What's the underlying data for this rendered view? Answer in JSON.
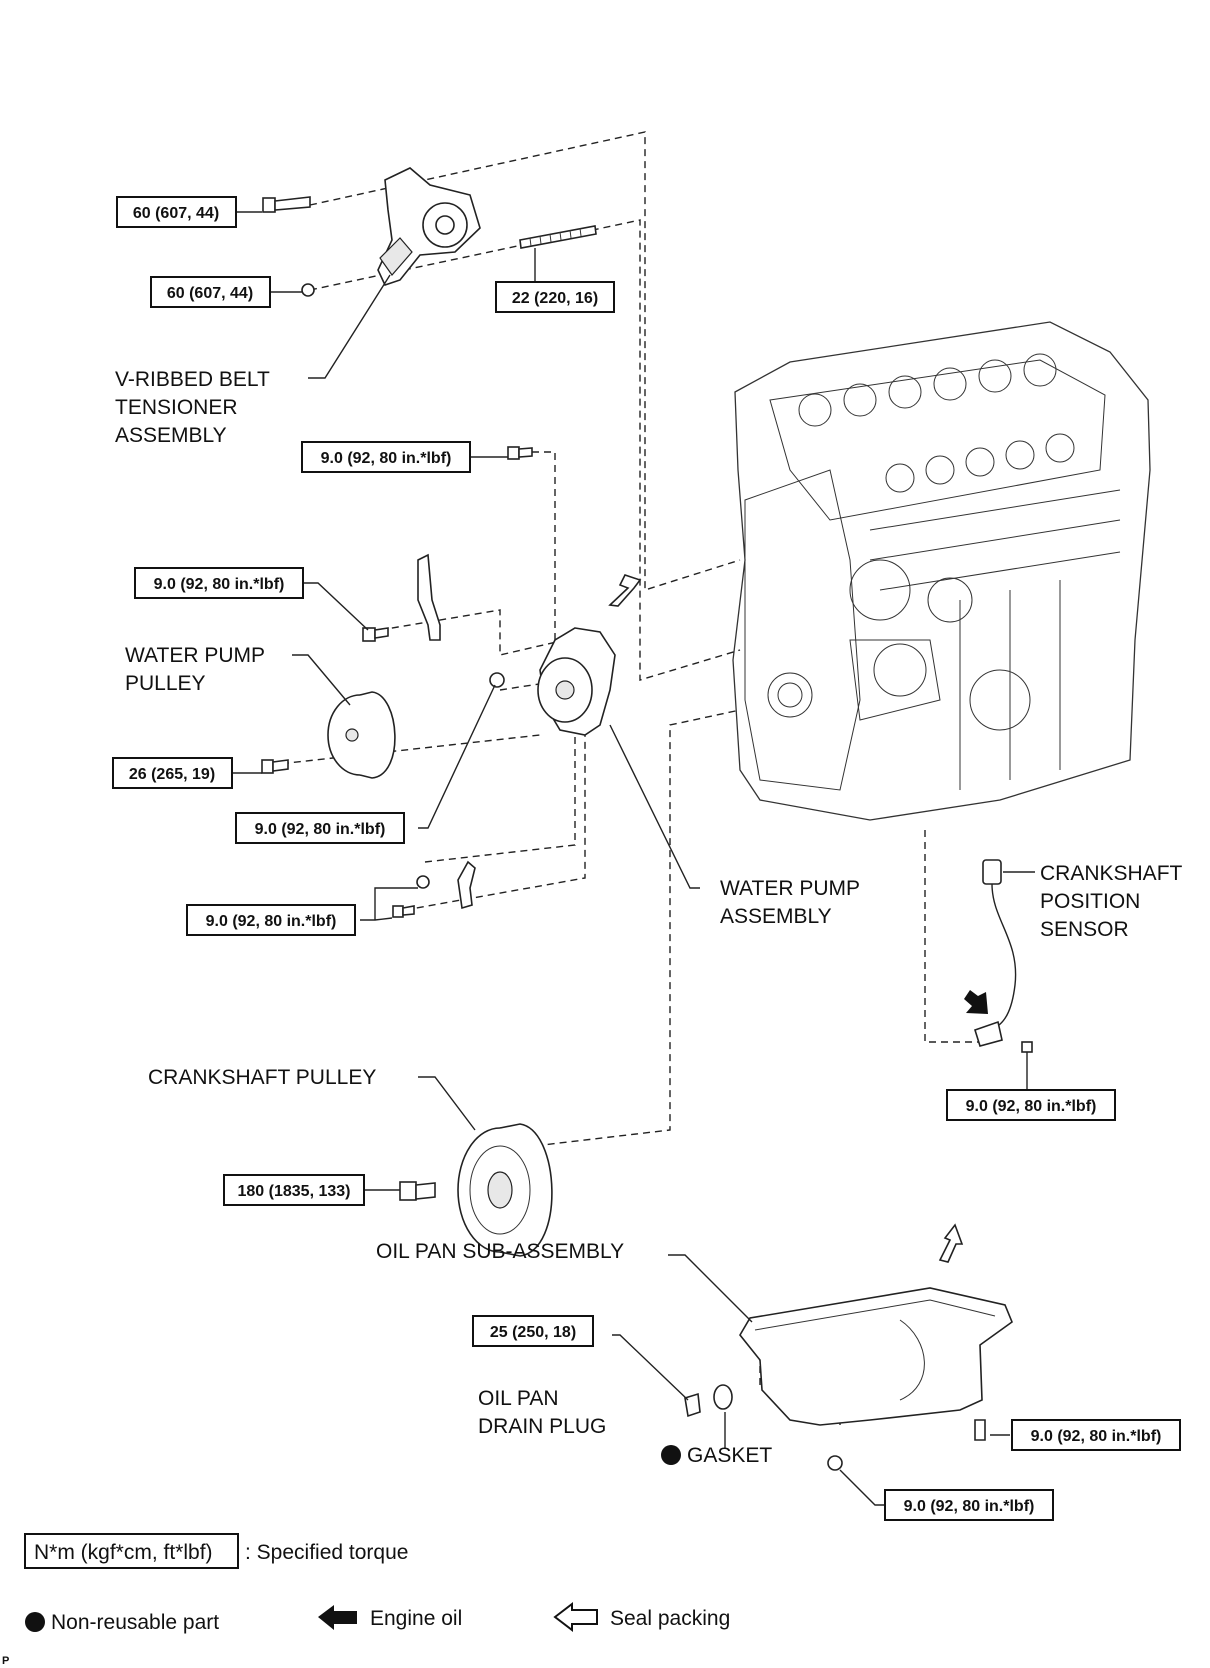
{
  "parts": {
    "tensioner": [
      "V-RIBBED BELT",
      "TENSIONER",
      "ASSEMBLY"
    ],
    "water_pump_pulley": [
      "WATER PUMP",
      "PULLEY"
    ],
    "water_pump_assembly": [
      "WATER PUMP",
      "ASSEMBLY"
    ],
    "crankshaft_position_sensor": [
      "CRANKSHAFT",
      "POSITION",
      "SENSOR"
    ],
    "crankshaft_pulley": "CRANKSHAFT PULLEY",
    "oil_pan": "OIL PAN SUB-ASSEMBLY",
    "oil_pan_drain_plug": [
      "OIL PAN",
      "DRAIN PLUG"
    ],
    "gasket": "GASKET"
  },
  "torques": {
    "tensioner_bolt": "60 (607, 44)",
    "tensioner_nut": "60 (607, 44)",
    "stud": "22 (220, 16)",
    "pump_upper_bolt": "9.0 (92, 80 in.*lbf)",
    "bracket_bolt": "9.0 (92, 80 in.*lbf)",
    "pulley_bolt": "26 (265, 19)",
    "pump_nut": "9.0 (92, 80 in.*lbf)",
    "pump_lower": "9.0 (92, 80 in.*lbf)",
    "sensor_bolt": "9.0 (92, 80 in.*lbf)",
    "crank_pulley_bolt": "180 (1835, 133)",
    "drain_plug": "25 (250, 18)",
    "oil_pan_bolt_right": "9.0 (92, 80 in.*lbf)",
    "oil_pan_nut_bottom": "9.0 (92, 80 in.*lbf)"
  },
  "legend": {
    "torque_box": "N*m (kgf*cm, ft*lbf)",
    "torque_text": ": Specified torque",
    "non_reusable": "Non-reusable part",
    "engine_oil": "Engine oil",
    "seal_packing": "Seal packing"
  },
  "corner_mark": "P",
  "icons": [
    "non-reusable-dot-icon",
    "engine-oil-arrow-icon",
    "seal-packing-arrow-icon"
  ]
}
